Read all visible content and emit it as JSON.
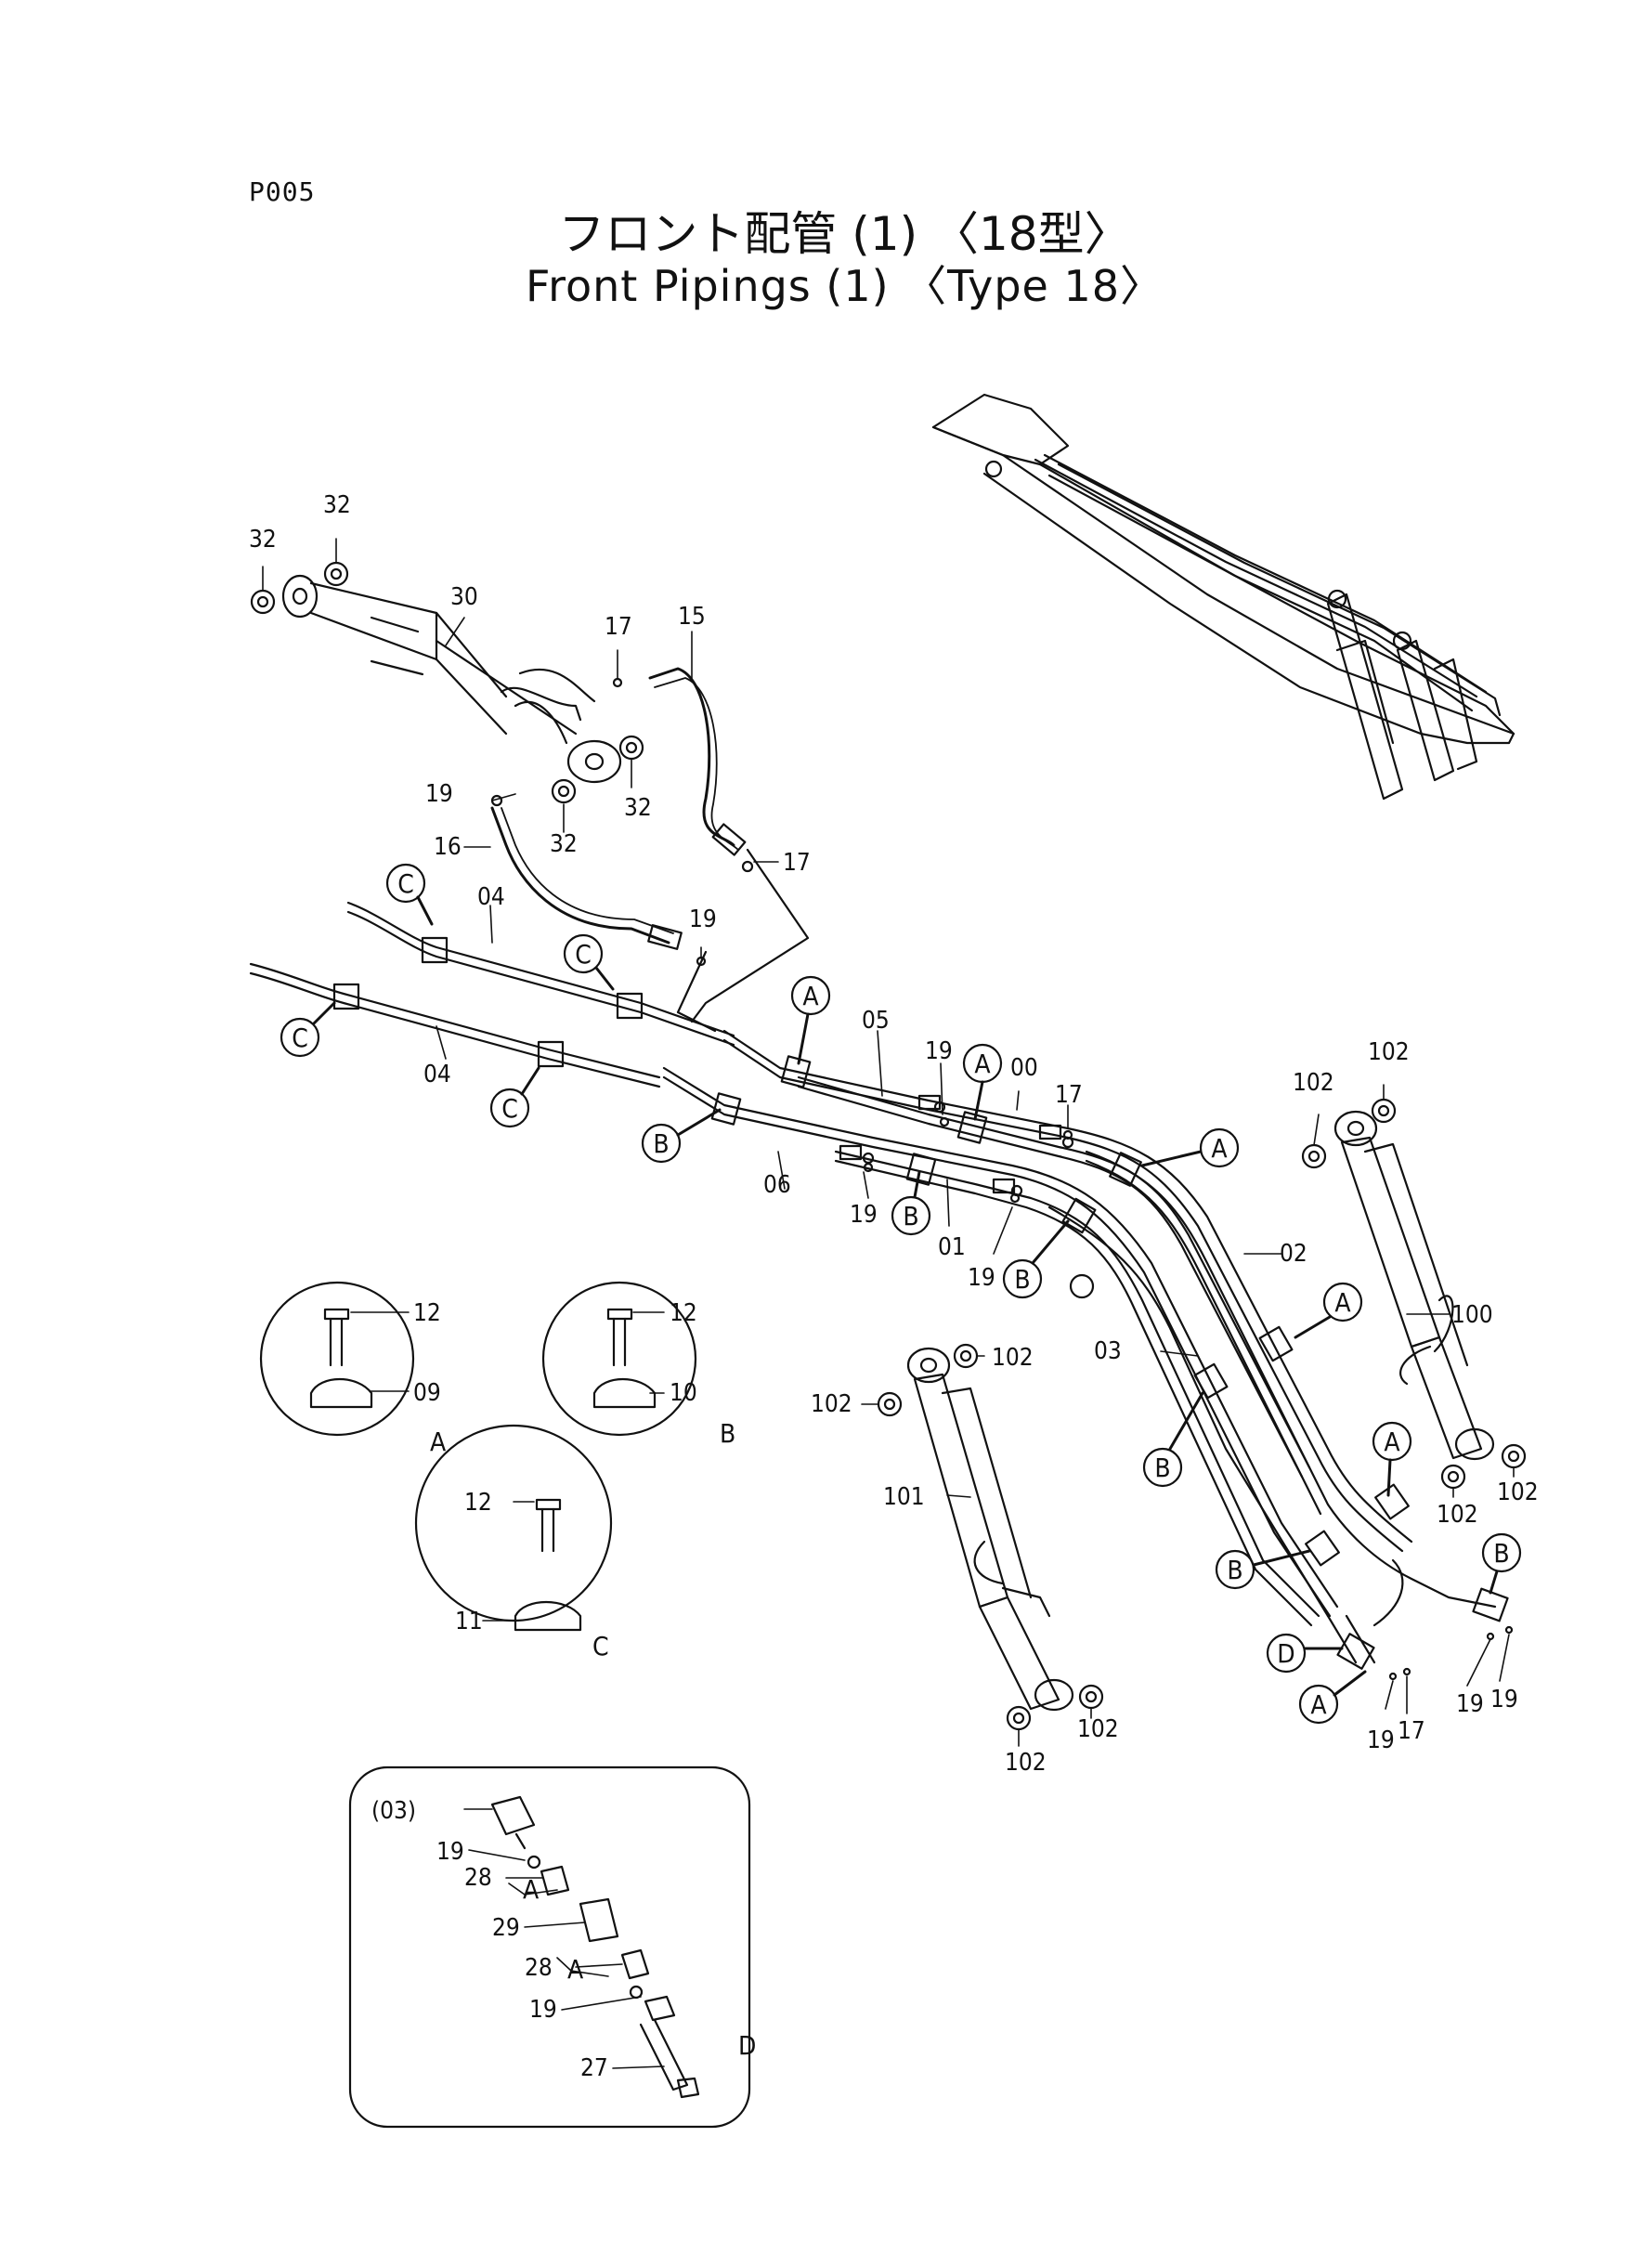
{
  "header": {
    "page_code": "P005",
    "title_jp": "フロント配管 (1) 〈18型〉",
    "title_en": "Front Pipings (1) 〈Type 18〉"
  },
  "part_labels": [
    {
      "id": "p32a",
      "text": "32"
    },
    {
      "id": "p32b",
      "text": "32"
    },
    {
      "id": "p30",
      "text": "30"
    },
    {
      "id": "p17a",
      "text": "17"
    },
    {
      "id": "p15",
      "text": "15"
    },
    {
      "id": "p32c",
      "text": "32"
    },
    {
      "id": "p32d",
      "text": "32"
    },
    {
      "id": "p19a",
      "text": "19"
    },
    {
      "id": "p16",
      "text": "16"
    },
    {
      "id": "p17b",
      "text": "17"
    },
    {
      "id": "p19b",
      "text": "19"
    },
    {
      "id": "p04a",
      "text": "04"
    },
    {
      "id": "p04b",
      "text": "04"
    },
    {
      "id": "p05",
      "text": "05"
    },
    {
      "id": "p19c",
      "text": "19"
    },
    {
      "id": "p00",
      "text": "00"
    },
    {
      "id": "p17c",
      "text": "17"
    },
    {
      "id": "p06",
      "text": "06"
    },
    {
      "id": "p19d",
      "text": "19"
    },
    {
      "id": "p01",
      "text": "01"
    },
    {
      "id": "p19e",
      "text": "19"
    },
    {
      "id": "p02",
      "text": "02"
    },
    {
      "id": "p102a",
      "text": "102"
    },
    {
      "id": "p102b",
      "text": "102"
    },
    {
      "id": "p100",
      "text": "100"
    },
    {
      "id": "p102c",
      "text": "102"
    },
    {
      "id": "p102d",
      "text": "102"
    },
    {
      "id": "p03",
      "text": "03"
    },
    {
      "id": "p102e",
      "text": "102"
    },
    {
      "id": "p102f",
      "text": "102"
    },
    {
      "id": "p101",
      "text": "101"
    },
    {
      "id": "p102g",
      "text": "102"
    },
    {
      "id": "p102h",
      "text": "102"
    },
    {
      "id": "p12a",
      "text": "12"
    },
    {
      "id": "p09",
      "text": "09"
    },
    {
      "id": "p12b",
      "text": "12"
    },
    {
      "id": "p10",
      "text": "10"
    },
    {
      "id": "p12c",
      "text": "12"
    },
    {
      "id": "p11",
      "text": "11"
    },
    {
      "id": "p19f",
      "text": "19"
    },
    {
      "id": "p17d",
      "text": "17"
    },
    {
      "id": "p19g",
      "text": "19"
    },
    {
      "id": "p19h",
      "text": "19"
    },
    {
      "id": "p03d",
      "text": "(03)"
    },
    {
      "id": "p19i",
      "text": "19"
    },
    {
      "id": "p28a",
      "text": "28"
    },
    {
      "id": "p29",
      "text": "29"
    },
    {
      "id": "p28b",
      "text": "28"
    },
    {
      "id": "p19j",
      "text": "19"
    },
    {
      "id": "p27",
      "text": "27"
    }
  ],
  "callouts": [
    {
      "id": "cC1",
      "text": "C"
    },
    {
      "id": "cC2",
      "text": "C"
    },
    {
      "id": "cC3",
      "text": "C"
    },
    {
      "id": "cC4",
      "text": "C"
    },
    {
      "id": "cA1",
      "text": "A"
    },
    {
      "id": "cA2",
      "text": "A"
    },
    {
      "id": "cA3",
      "text": "A"
    },
    {
      "id": "cB1",
      "text": "B"
    },
    {
      "id": "cB2",
      "text": "B"
    },
    {
      "id": "cB3",
      "text": "B"
    },
    {
      "id": "cA4",
      "text": "A"
    },
    {
      "id": "cB4",
      "text": "B"
    },
    {
      "id": "cA5",
      "text": "A"
    },
    {
      "id": "cB5",
      "text": "B"
    },
    {
      "id": "cB6",
      "text": "B"
    },
    {
      "id": "cD1",
      "text": "D"
    },
    {
      "id": "cA6",
      "text": "A"
    }
  ],
  "detail_views": [
    {
      "id": "dA",
      "text": "A"
    },
    {
      "id": "dB",
      "text": "B"
    },
    {
      "id": "dC",
      "text": "C"
    },
    {
      "id": "dD",
      "text": "D"
    },
    {
      "id": "dDa1",
      "text": "A"
    },
    {
      "id": "dDa2",
      "text": "A"
    }
  ]
}
